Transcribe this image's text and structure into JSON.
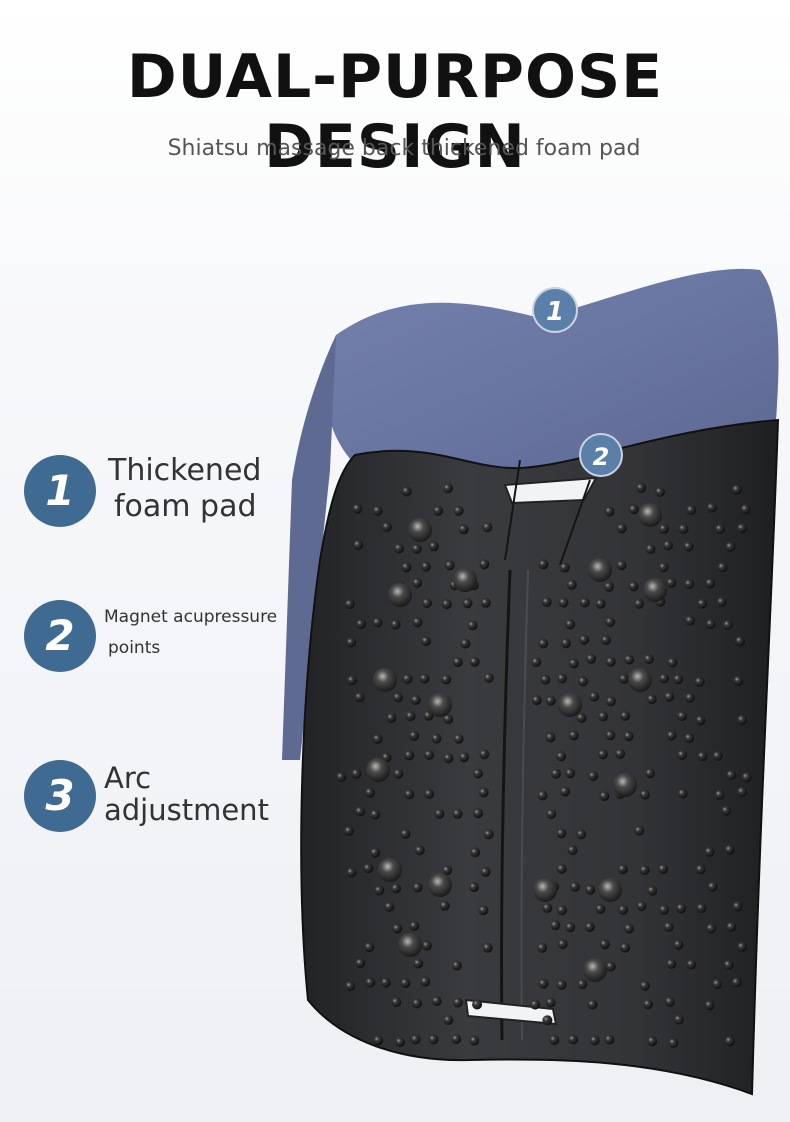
{
  "header": {
    "title": "DUAL-PURPOSE DESIGN",
    "subtitle": "Shiatsu massage back thickened foam pad"
  },
  "callouts": [
    {
      "number": "1"
    },
    {
      "number": "2"
    }
  ],
  "features": [
    {
      "number": "1",
      "line1": "Thickened",
      "line2": "foam pad"
    },
    {
      "number": "2",
      "line1": "Magnet acupressure",
      "line2": "points"
    },
    {
      "number": "3",
      "line1": "Arc",
      "line2": "adjustment"
    }
  ],
  "colors": {
    "badge": "#3f6b92",
    "foam_pad": "#6e7aa6",
    "board": "#2e2f31",
    "title_text": "#111111",
    "subtitle_text": "#555555"
  }
}
